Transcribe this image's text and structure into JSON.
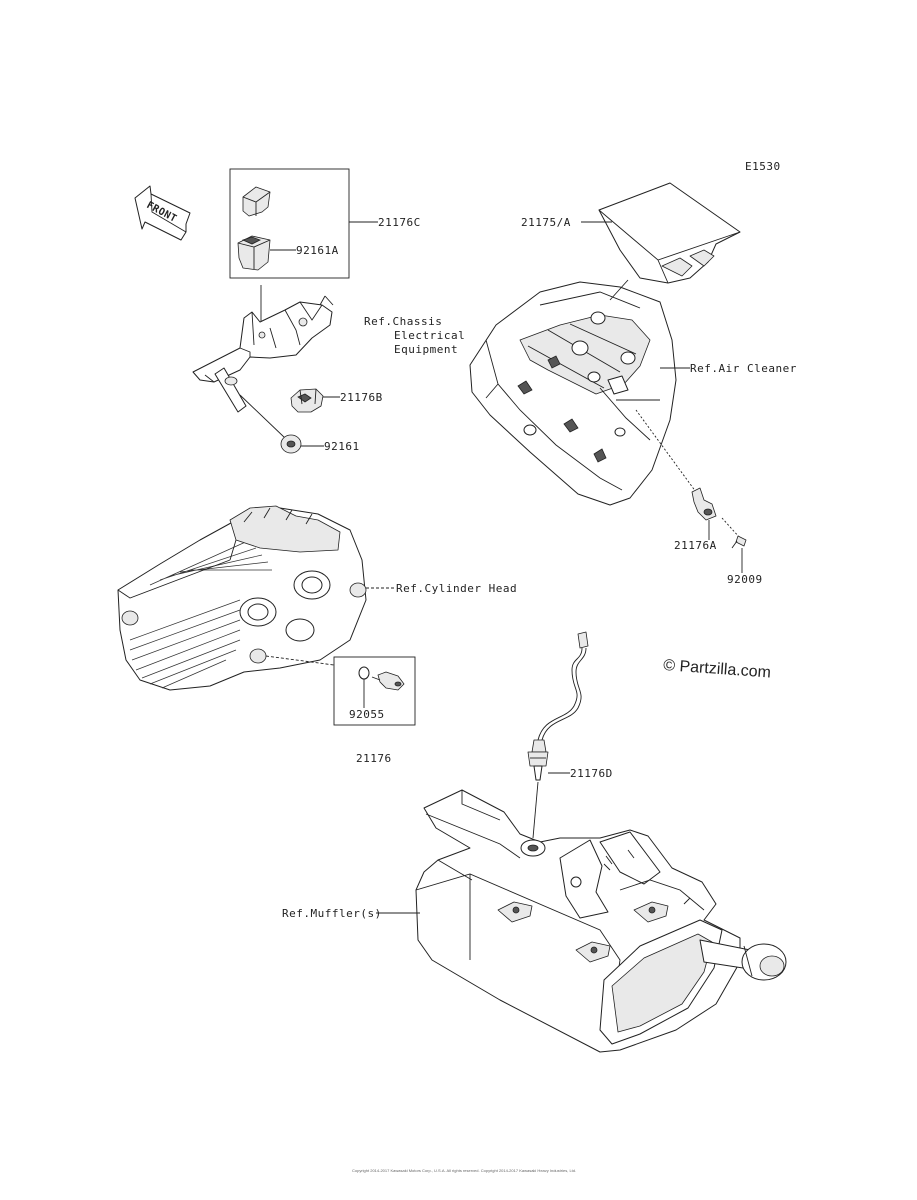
{
  "diagram_code": "E1530",
  "front_label": "FRONT",
  "watermark": "© Partzilla.com",
  "copyright": "Copyright 2014-2017 Kawasaki Motors Corp., U.S.A. All rights reserved. Copyright 2014-2017 Kawasaki Heavy Industries, Ltd.",
  "parts": [
    {
      "id": "21176C",
      "label": "21176C"
    },
    {
      "id": "92161A",
      "label": "92161A"
    },
    {
      "id": "21176B",
      "label": "21176B"
    },
    {
      "id": "92161",
      "label": "92161"
    },
    {
      "id": "21175A",
      "label": "21175/A"
    },
    {
      "id": "21176A",
      "label": "21176A"
    },
    {
      "id": "92009",
      "label": "92009"
    },
    {
      "id": "92055",
      "label": "92055"
    },
    {
      "id": "21176",
      "label": "21176"
    },
    {
      "id": "21176D",
      "label": "21176D"
    }
  ],
  "refs": {
    "chassis_line1": "Ref.Chassis",
    "chassis_line2": "Electrical",
    "chassis_line3": "Equipment",
    "air_cleaner": "Ref.Air Cleaner",
    "cylinder_head": "Ref.Cylinder Head",
    "muffler": "Ref.Muffler(s)"
  }
}
